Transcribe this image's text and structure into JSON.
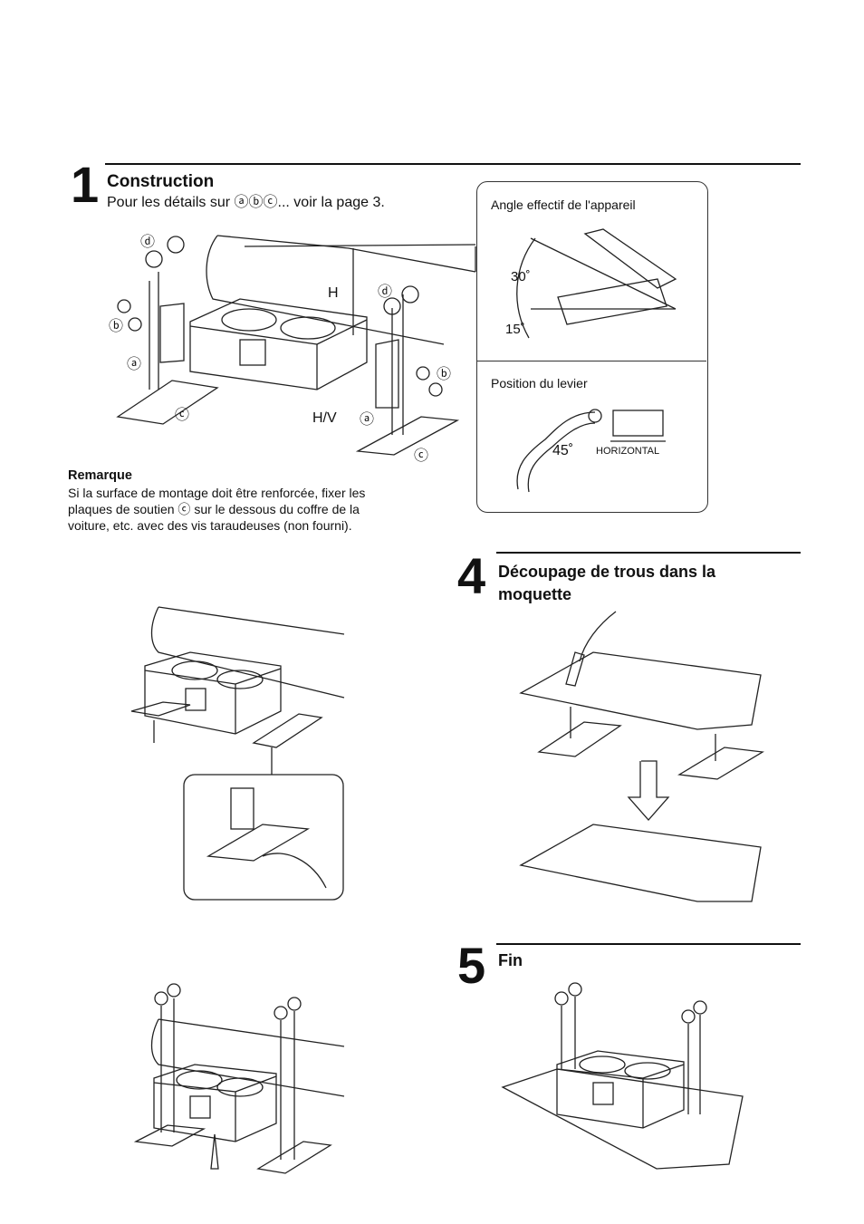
{
  "step1": {
    "number": "1",
    "title": "Construction",
    "subtitle": "Pour les détails sur ⓐⓑⓒ... voir la page 3.",
    "labels": {
      "d": "ⓓ",
      "b": "ⓑ",
      "a": "ⓐ",
      "c": "ⓒ",
      "h": "H",
      "hv": "H/V"
    }
  },
  "remark": {
    "title": "Remarque",
    "lines": [
      "Si la surface de montage doit être renforcée, fixer les",
      "plaques de soutien ⓒ sur le dessous du coffre de la",
      "voiture, etc. avec des vis taraudeuses (non fourni)."
    ]
  },
  "angle_box": {
    "title": "Angle effectif de l'appareil",
    "angle_top": "30˚",
    "angle_bottom": "15˚"
  },
  "lever_box": {
    "title": "Position du levier",
    "angle": "45˚",
    "horizontal": "HORIZONTAL"
  },
  "step4": {
    "number": "4",
    "title_line1": "Découpage de trous dans la",
    "title_line2": "moquette"
  },
  "step5": {
    "number": "5",
    "title": "Fin"
  }
}
